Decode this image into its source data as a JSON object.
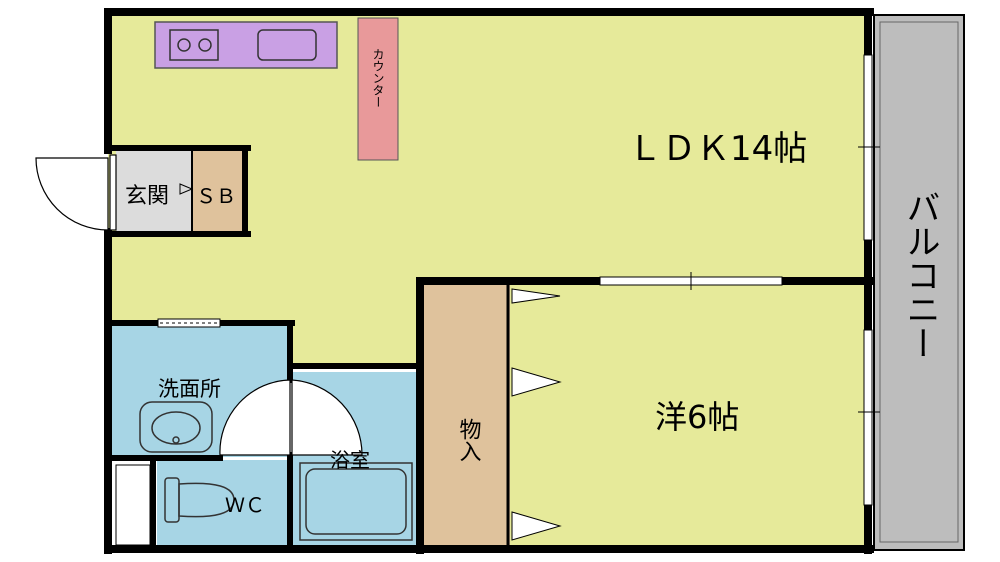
{
  "rooms": {
    "ldk": "ＬＤＫ14帖",
    "western": "洋6帖",
    "entrance": "玄関",
    "shoebox": "ＳＢ",
    "washroom": "洗面所",
    "bath": "浴室",
    "wc": "ＷＣ",
    "storage": "物入",
    "balcony": "バルコニー",
    "counter": "カウンター"
  },
  "colors": {
    "ldk_floor": "#e6ea9a",
    "wet_area": "#a7d5e5",
    "kitchen": "#c9a0e4",
    "counter": "#e8999a",
    "storage": "#dfc29c",
    "balcony": "#bdbdbd",
    "wall": "#000000"
  }
}
